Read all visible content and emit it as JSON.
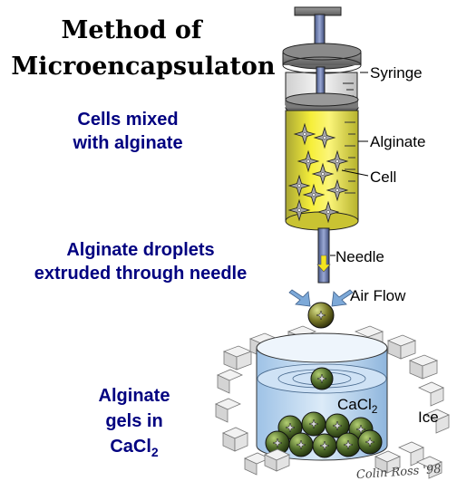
{
  "title": {
    "line1": "Method of",
    "line2": "Microencapsulaton"
  },
  "steps": {
    "step1_line1": "Cells mixed",
    "step1_line2": "with alginate",
    "step2_line1": "Alginate droplets",
    "step2_line2": "extruded through needle",
    "step3_line1": "Alginate",
    "step3_line2": "gels in",
    "step3_line3_base": "CaCl",
    "step3_line3_sub": "2"
  },
  "labels": {
    "syringe": "Syringe",
    "alginate": "Alginate",
    "cell": "Cell",
    "needle": "Needle",
    "air_flow": "Air Flow",
    "cacl2_base": "CaCl",
    "cacl2_sub": "2",
    "ice": "Ice"
  },
  "credit": "Colin Ross '98",
  "colors": {
    "step_text": "#000080",
    "alginate_fill": "#f0ea2a",
    "cell_fill": "#a6a6a6",
    "bead_fill": "#4f6b2a",
    "arrow_fill": "#f5e51e",
    "bath_fill": "#c5dcf2",
    "air_arrow": "#7da9d8"
  }
}
